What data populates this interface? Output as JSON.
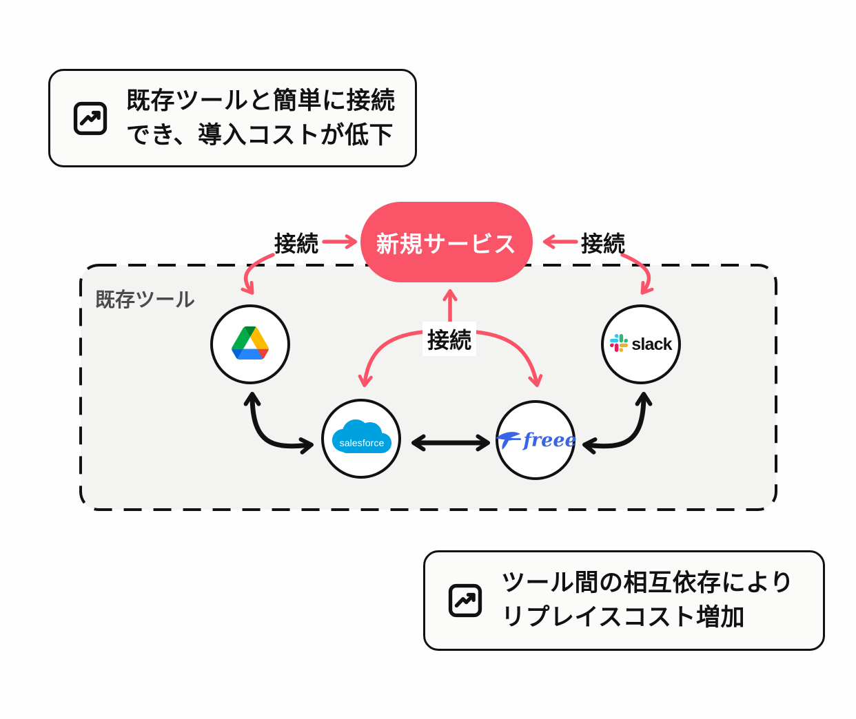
{
  "colors": {
    "accent_pink": "#F95468",
    "ink": "#111111",
    "box_fill": "#F3F3F1",
    "box_label_gray": "#4A4A4A",
    "page_bg": "#FEFEFE",
    "callout_bg": "#FBFBFA",
    "salesforce_blue": "#00A1E0",
    "freee_blue": "#3865E3"
  },
  "callout_top": {
    "icon": "trending-up-icon",
    "lines": [
      "既存ツールと簡単に接続",
      "でき、導入コストが低下"
    ]
  },
  "callout_bottom": {
    "icon": "trending-up-icon",
    "lines": [
      "ツール間の相互依存により",
      "リプレイスコスト増加"
    ]
  },
  "new_service": {
    "label": "新規サービス"
  },
  "existing_tools_box": {
    "label": "既存ツール"
  },
  "connection_labels": {
    "left": "接続",
    "right": "接続",
    "center": "接続"
  },
  "tools": {
    "google_drive": {
      "logo": "google-drive-logo"
    },
    "salesforce": {
      "logo": "salesforce-cloud-logo",
      "wordmark": "salesforce"
    },
    "freee": {
      "logo": "freee-swallow-logo",
      "wordmark": "freee"
    },
    "slack": {
      "logo": "slack-hash-logo",
      "wordmark": "slack"
    }
  }
}
